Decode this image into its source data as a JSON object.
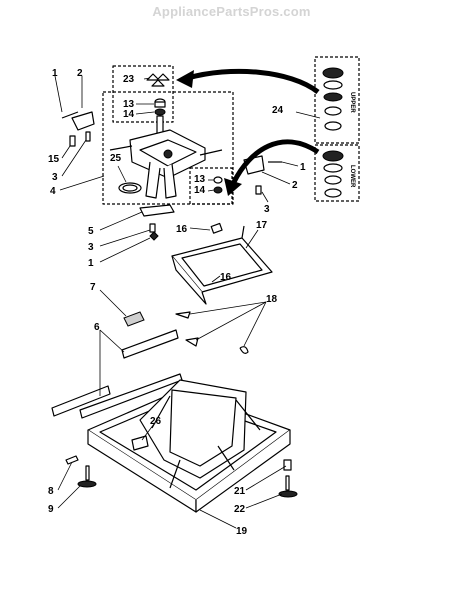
{
  "watermark": "AppliancePartsPros.com",
  "callouts": {
    "c1a": "1",
    "c2a": "2",
    "c23": "23",
    "c13a": "13",
    "c14a": "14",
    "c24": "24",
    "c15": "15",
    "c3a": "3",
    "c25": "25",
    "c4": "4",
    "c13b": "13",
    "c14b": "14",
    "c1b": "1",
    "c2b": "2",
    "c3b": "3",
    "c5": "5",
    "c3c": "3",
    "c1c": "1",
    "c16a": "16",
    "c17": "17",
    "c16b": "16",
    "c7": "7",
    "c18": "18",
    "c6": "6",
    "c26": "26",
    "c8": "8",
    "c9": "9",
    "c21": "21",
    "c22": "22",
    "c19": "19"
  },
  "inset": {
    "upper": "UPPER",
    "lower": "LOWER"
  }
}
